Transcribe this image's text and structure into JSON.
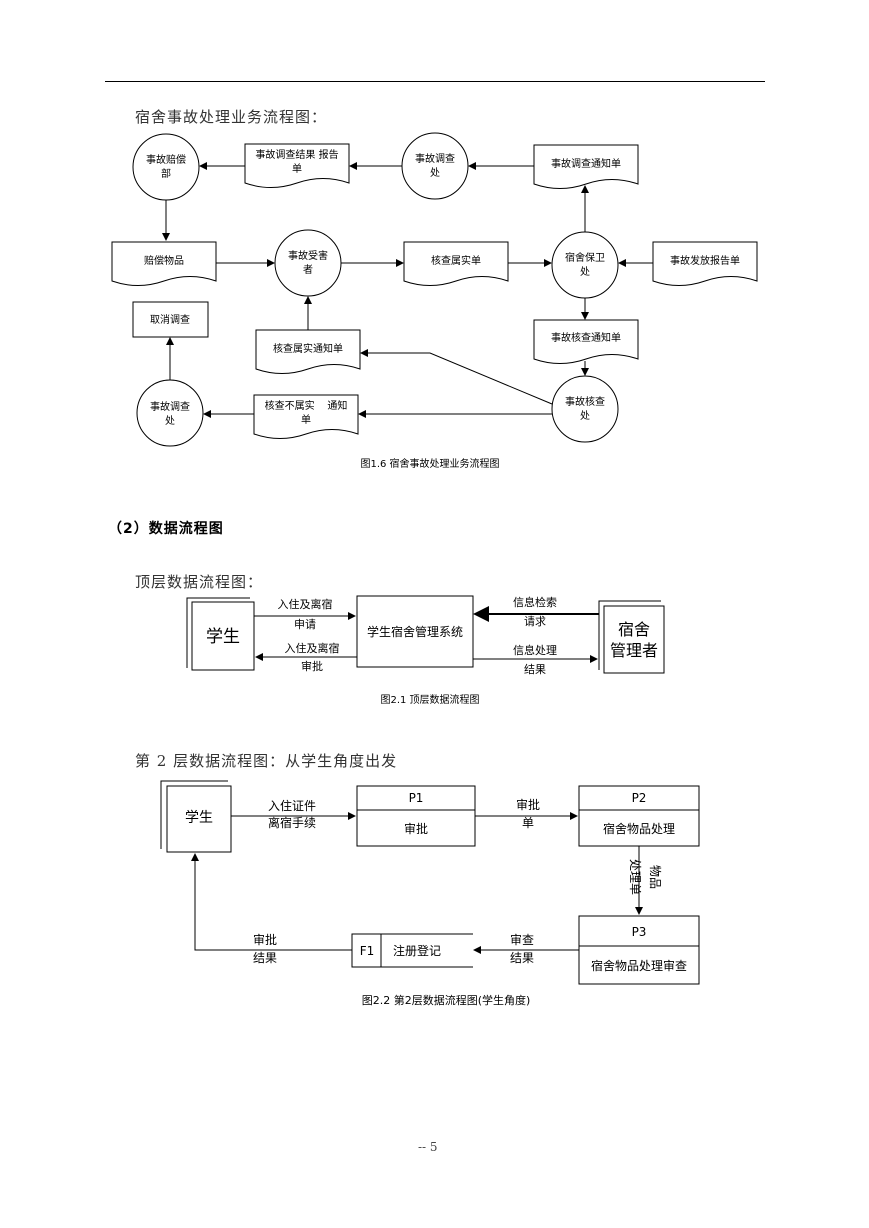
{
  "section1": {
    "heading": "宿舍事故处理业务流程图：",
    "nodes": {
      "accident_compensation_dept": [
        "事故赔偿",
        "部"
      ],
      "investigation_result_report": [
        "事故调查结果 报告",
        "单"
      ],
      "investigation_office_top": [
        "事故调查",
        "处"
      ],
      "investigation_notice_top": "事故调查通知单",
      "compensated_items": "赔偿物品",
      "victim": [
        "事故受害",
        "者"
      ],
      "verified_true_form": "核查属实单",
      "security_office": [
        "宿舍保卫",
        "处"
      ],
      "accident_report_form": "事故发放报告单",
      "cancel_investigation": "取消调查",
      "verify_true_notice": "核查属实通知单",
      "investigation_notice_mid": "事故核查通知单",
      "investigation_office_bottom": [
        "事故调查",
        "处"
      ],
      "verify_false_notice": [
        "核查不属实    通知",
        "单"
      ],
      "verification_office": [
        "事故核查",
        "处"
      ]
    },
    "caption": "图1.6 宿舍事故处理业务流程图"
  },
  "section2": {
    "heading": "（2）数据流程图",
    "top_level": {
      "heading": "顶层数据流程图：",
      "student": "学生",
      "system": "学生宿舍管理系统",
      "manager": [
        "宿舍",
        "管理者"
      ],
      "flow_apply": [
        "入住及离宿",
        "申请"
      ],
      "flow_approve": [
        "入住及离宿",
        "审批"
      ],
      "flow_query": [
        "信息检索",
        "请求"
      ],
      "flow_result": [
        "信息处理",
        "结果"
      ],
      "caption": "图2.1 顶层数据流程图"
    },
    "level2": {
      "heading": "第 2 层数据流程图：从学生角度出发",
      "student": "学生",
      "flow_docs": [
        "入住证件",
        "离宿手续"
      ],
      "p1_id": "P1",
      "p1_name": "审批",
      "flow_approval_form": [
        "审批",
        "单"
      ],
      "p2_id": "P2",
      "p2_name": "宿舍物品处理",
      "flow_item_form": [
        "物品",
        "处理单"
      ],
      "p3_id": "P3",
      "p3_name": "宿舍物品处理审查",
      "flow_review_result": [
        "审查",
        "结果"
      ],
      "f1_id": "F1",
      "f1_name": "注册登记",
      "flow_approval_result": [
        "审批",
        "结果"
      ],
      "caption": "图2.2 第2层数据流程图(学生角度)"
    }
  },
  "footer": {
    "page_number": "-- 5"
  }
}
